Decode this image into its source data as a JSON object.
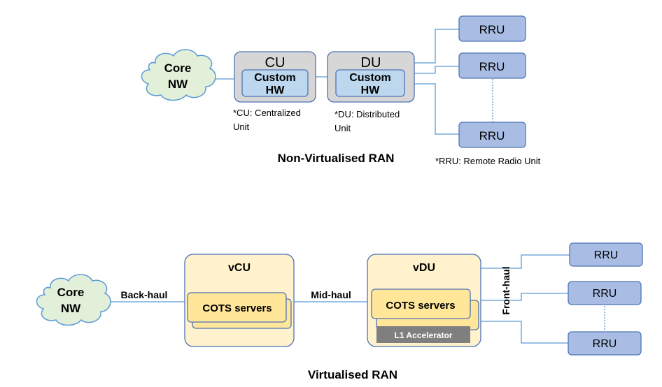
{
  "top": {
    "cloud": {
      "line1": "Core",
      "line2": "NW"
    },
    "cu": {
      "title": "CU",
      "inner1": "Custom",
      "inner2": "HW"
    },
    "du": {
      "title": "DU",
      "inner1": "Custom",
      "inner2": "HW"
    },
    "rru": [
      "RRU",
      "RRU",
      "RRU"
    ],
    "notes": {
      "cu_line1": "*CU: Centralized",
      "cu_line2": "Unit",
      "du_line1": "*DU: Distributed",
      "du_line2": "Unit",
      "rru": "*RRU: Remote Radio Unit"
    },
    "caption": "Non-Virtualised RAN"
  },
  "bottom": {
    "cloud": {
      "line1": "Core",
      "line2": "NW"
    },
    "backhaul": "Back-haul",
    "midhaul": "Mid-haul",
    "fronthaul": "Front-haul",
    "vcu": {
      "title": "vCU",
      "servers": "COTS servers"
    },
    "vdu": {
      "title": "vDU",
      "servers": "COTS servers",
      "accelerator": "L1 Accelerator"
    },
    "rru": [
      "RRU",
      "RRU",
      "RRU"
    ],
    "caption": "Virtualised RAN"
  },
  "colors": {
    "rru_fill": "#a9bde4",
    "rru_stroke": "#4f73b5",
    "gray_box": "#d6d6d6",
    "inner_blue": "#bdd7ee",
    "cloud_fill": "#e2f0d9",
    "cream": "#fff2cc",
    "cots": "#ffe699",
    "accel": "#7f7f7f",
    "line": "#5b9bd5"
  }
}
